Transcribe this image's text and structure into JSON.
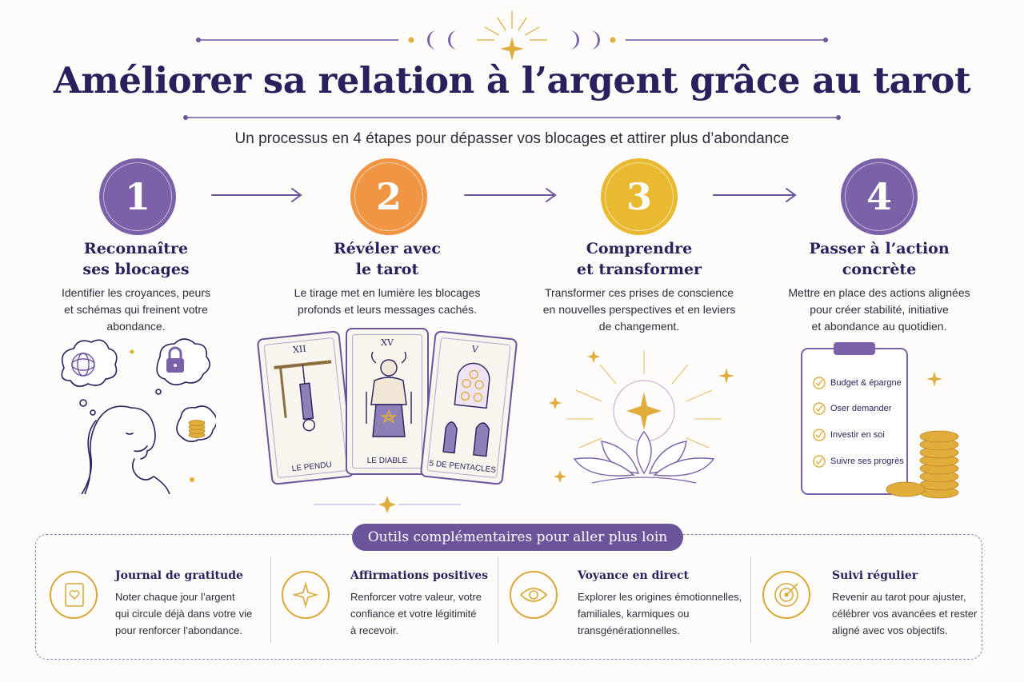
{
  "header": {
    "title": "Améliorer sa relation à l’argent grâce au tarot",
    "subtitle": "Un processus en 4 étapes pour dépasser vos blocages et attirer plus d’abondance"
  },
  "colors": {
    "purple": "#7b62a8",
    "orange": "#ef9544",
    "gold": "#e8b931",
    "navy": "#2b1f5c",
    "accent_gold": "#d9a93a"
  },
  "steps": [
    {
      "number": "1",
      "title_line1": "Reconnaître",
      "title_line2": "ses blocages",
      "desc_line1": "Identifier les croyances, peurs",
      "desc_line2": "et schémas qui freinent votre",
      "desc_line3": "abondance."
    },
    {
      "number": "2",
      "title_line1": "Révéler avec",
      "title_line2": "le tarot",
      "desc_line1": "Le tirage met en lumière les blocages",
      "desc_line2": "profonds et leurs messages cachés."
    },
    {
      "number": "3",
      "title_line1": "Comprendre",
      "title_line2": "et transformer",
      "desc_line1": "Transformer ces prises de conscience",
      "desc_line2": "en nouvelles perspectives et en leviers",
      "desc_line3": "de changement."
    },
    {
      "number": "4",
      "title_line1": "Passer à l’action",
      "title_line2": "concrète",
      "desc_line1": "Mettre en place des actions alignées",
      "desc_line2": "pour créer stabilité, initiative",
      "desc_line3": "et abondance au quotidien."
    }
  ],
  "cards": [
    {
      "number": "XII",
      "name": "LE PENDU"
    },
    {
      "number": "XV",
      "name": "LE DIABLE"
    },
    {
      "number": "V",
      "name": "5 DE PENTACLES"
    }
  ],
  "checklist": [
    "Budget & épargne",
    "Oser demander",
    "Investir en soi",
    "Suivre ses progrès"
  ],
  "tools": {
    "label": "Outils complémentaires pour aller plus loin",
    "items": [
      {
        "title": "Journal de gratitude",
        "desc_line1": "Noter chaque jour l’argent",
        "desc_line2": "qui circule déjà dans votre vie",
        "desc_line3": "pour renforcer l’abondance.",
        "icon": "journal-heart-icon"
      },
      {
        "title": "Affirmations positives",
        "desc_line1": "Renforcer votre valeur, votre",
        "desc_line2": "confiance et votre légitimité",
        "desc_line3": "à recevoir.",
        "icon": "sparkle-icon"
      },
      {
        "title": "Voyance en direct",
        "desc_line1": "Explorer les origines émotionnelles,",
        "desc_line2": "familiales, karmiques ou",
        "desc_line3": "transgénérationnelles.",
        "icon": "eye-icon"
      },
      {
        "title": "Suivi régulier",
        "desc_line1": "Revenir au tarot pour ajuster,",
        "desc_line2": "célébrer vos avancées et rester",
        "desc_line3": "aligné avec vos objectifs.",
        "icon": "target-icon"
      }
    ]
  }
}
